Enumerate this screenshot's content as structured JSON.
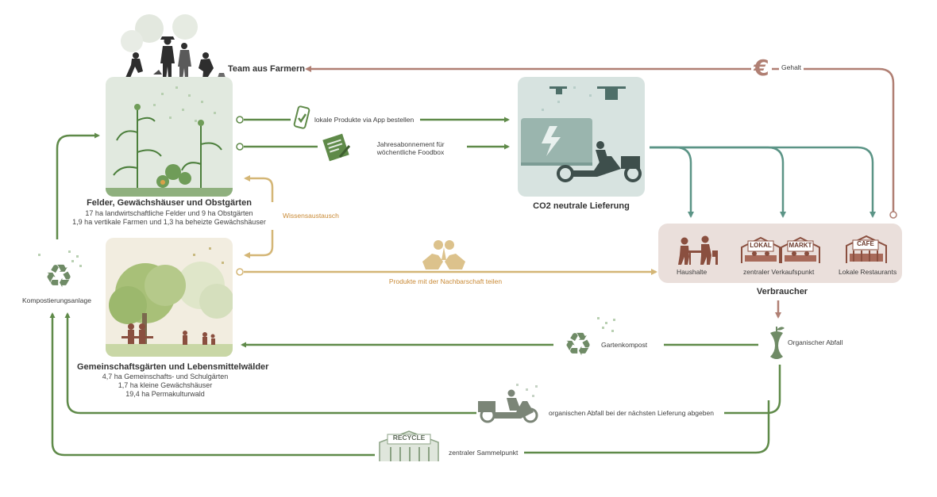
{
  "team": {
    "label": "Team aus Farmern"
  },
  "gehalt": {
    "label": "Gehalt"
  },
  "felder": {
    "title": "Felder, Gewächshäuser und Obstgärten",
    "line1": "17 ha landwirtschaftliche Felder und 9 ha Obstgärten",
    "line2": "1,9 ha vertikale Farmen und 1,3 ha beheizte Gewächshäuser"
  },
  "gemeinschaft": {
    "title": "Gemeinschaftsgärten und Lebensmittelwälder",
    "line1": "4,7 ha Gemeinschafts- und Schulgärten",
    "line2": "1,7 ha kleine Gewächshäuser",
    "line3": "19,4 ha Permakulturwald"
  },
  "lieferung": {
    "title": "CO2 neutrale Lieferung"
  },
  "flows": {
    "app": "lokale Produkte via App bestellen",
    "abo": "Jahresabonnement für wöchentliche Foodbox",
    "wissen": "Wissensaustausch",
    "teilen": "Produkte mit der Nachbarschaft teilen",
    "gartenkompost": "Gartenkompost",
    "abfall_lieferung": "organischen Abfall bei der nächsten Lieferung abgeben",
    "sammelpunkt": "zentraler Sammelpunkt"
  },
  "verbraucher": {
    "title": "Verbraucher",
    "haushalte": "Haushalte",
    "verkaufspunkt": "zentraler Verkaufspunkt",
    "restaurants": "Lokale Restaurants",
    "sign_lokal": "LOKAL",
    "sign_markt": "MARKT",
    "sign_cafe": "CAFE"
  },
  "kompost": {
    "label": "Kompostierungsanlage"
  },
  "organisch": {
    "label": "Organischer Abfall"
  },
  "recycle": {
    "sign": "RECYCLE"
  },
  "colors": {
    "green": "#5f8a49",
    "teal": "#5b9486",
    "tan": "#d9bf86",
    "brown": "#b07f73",
    "consumer_bg": "#eadfdb",
    "tile_green": "#e3ebe1",
    "tile_teal": "#d7e3e0",
    "tile_tan": "#f2ede0"
  }
}
